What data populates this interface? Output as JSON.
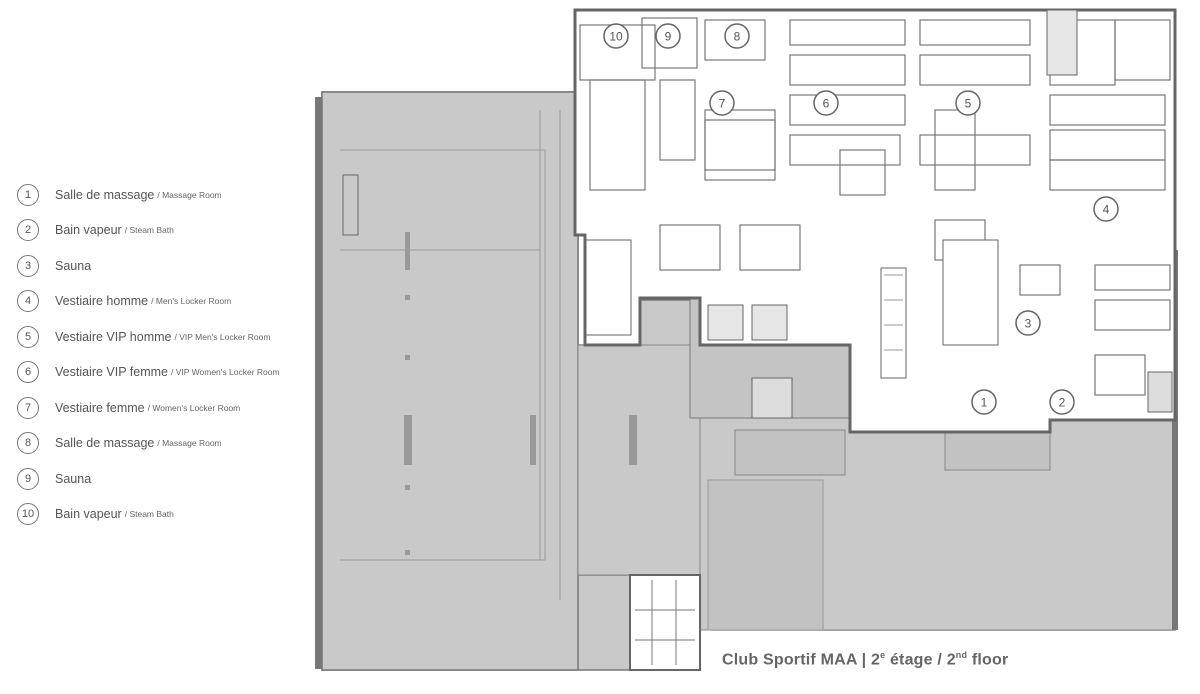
{
  "legend": [
    {
      "number": "1",
      "fr": "Salle de massage",
      "en": "/ Massage Room"
    },
    {
      "number": "2",
      "fr": "Bain vapeur",
      "en": "/ Steam Bath"
    },
    {
      "number": "3",
      "fr": "Sauna",
      "en": ""
    },
    {
      "number": "4",
      "fr": "Vestiaire homme",
      "en": "/ Men's Locker Room"
    },
    {
      "number": "5",
      "fr": "Vestiaire VIP homme",
      "en": "/ VIP Men's Locker Room"
    },
    {
      "number": "6",
      "fr": "Vestiaire VIP femme",
      "en": "/ VIP Women's Locker Room"
    },
    {
      "number": "7",
      "fr": "Vestiaire femme",
      "en": "/ Women's Locker Room"
    },
    {
      "number": "8",
      "fr": "Salle de massage",
      "en": "/ Massage Room"
    },
    {
      "number": "9",
      "fr": "Sauna",
      "en": ""
    },
    {
      "number": "10",
      "fr": "Bain vapeur",
      "en": "/ Steam Bath"
    }
  ],
  "title": {
    "main": "Club Sportif MAA | 2",
    "sup1": "e",
    "mid": " étage / 2",
    "sup2": "nd",
    "end": " floor"
  },
  "colors": {
    "shaded": "#c9c9c9",
    "wall": "#6f6f6f",
    "line": "#8a8a8a"
  }
}
